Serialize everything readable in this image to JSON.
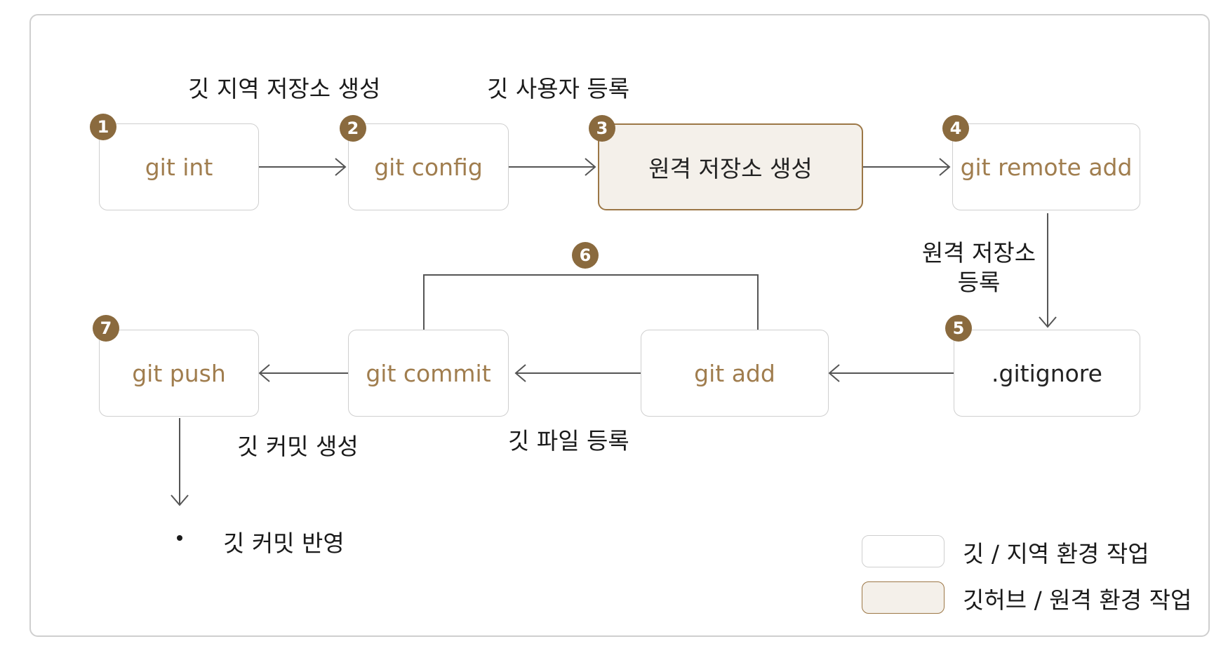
{
  "nodes": {
    "git_init": {
      "number": "1",
      "label": "git int"
    },
    "git_config": {
      "number": "2",
      "label": "git config"
    },
    "create_remote": {
      "number": "3",
      "label": "원격 저장소 생성"
    },
    "git_remote_add": {
      "number": "4",
      "label": "git remote add"
    },
    "gitignore": {
      "number": "5",
      "label": ".gitignore"
    },
    "add_commit_loop": {
      "number": "6"
    },
    "git_add": {
      "label": "git add"
    },
    "git_commit": {
      "label": "git commit"
    },
    "git_push": {
      "number": "7",
      "label": "git push"
    }
  },
  "edge_labels": {
    "init_caption": "깃 지역 저장소 생성",
    "config_caption": "깃 사용자 등록",
    "remote_register_line1": "원격 저장소",
    "remote_register_line2": "등록",
    "commit_caption": "깃 커밋 생성",
    "add_caption": "깃 파일 등록",
    "push_result": "깃 커밋 반영"
  },
  "legend": {
    "local": "깃 / 지역 환경 작업",
    "remote": "깃허브 / 원격 환경 작업"
  },
  "colors": {
    "accent": "#8a6a3e",
    "remote_fill": "#f4f0ea",
    "remote_border": "#9c7746",
    "node_border": "#cfcfcf",
    "node_text": "#a07d4e"
  }
}
